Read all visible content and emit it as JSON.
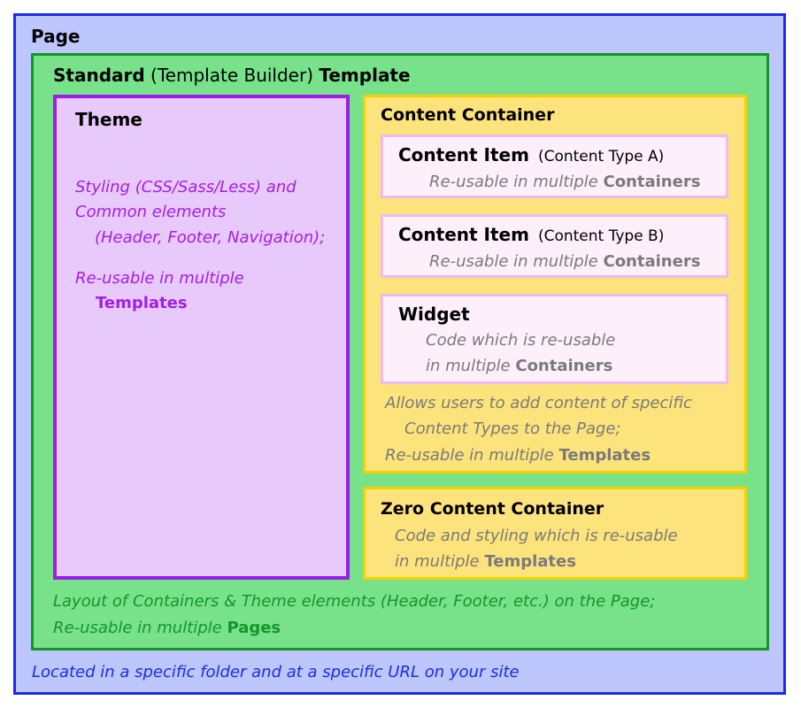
{
  "page": {
    "label": "Page",
    "note": "Located in a specific folder and at a specific URL on your site"
  },
  "template": {
    "label_bold1": "Standard",
    "label_mid": " (Template Builder) ",
    "label_bold2": "Template",
    "note_line1": "Layout of Containers & Theme elements (Header, Footer, etc.) on the Page;",
    "note_line2_pre": "Re-usable in multiple ",
    "note_line2_bold": "Pages"
  },
  "theme": {
    "label": "Theme",
    "line1_pre": "Styling (CSS/Sass/Less)",
    "line1_post": " and",
    "line2": "Common elements",
    "line3": "(Header, Footer, Navigation);",
    "line4": "Re-usable in multiple",
    "line5_bold": "Templates"
  },
  "content_container": {
    "label": "Content Container",
    "note_line1": "Allows users to add content of specific",
    "note_line2": "Content Types to the Page;",
    "note_line3_pre": "Re-usable in multiple ",
    "note_line3_bold": "Templates"
  },
  "content_item_a": {
    "label": "Content Item",
    "type": "(Content Type A)",
    "note_pre": "Re-usable in multiple ",
    "note_bold": "Containers"
  },
  "content_item_b": {
    "label": "Content Item",
    "type": "(Content Type B)",
    "note_pre": "Re-usable in multiple ",
    "note_bold": "Containers"
  },
  "widget": {
    "label": "Widget",
    "note_line1": "Code which is re-usable",
    "note_line2_pre": "in multiple ",
    "note_line2_bold": "Containers"
  },
  "zero_container": {
    "label": "Zero Content Container",
    "note_line1": "Code and styling which is re-usable",
    "note_line2_pre": "in multiple ",
    "note_line2_bold": "Templates"
  }
}
